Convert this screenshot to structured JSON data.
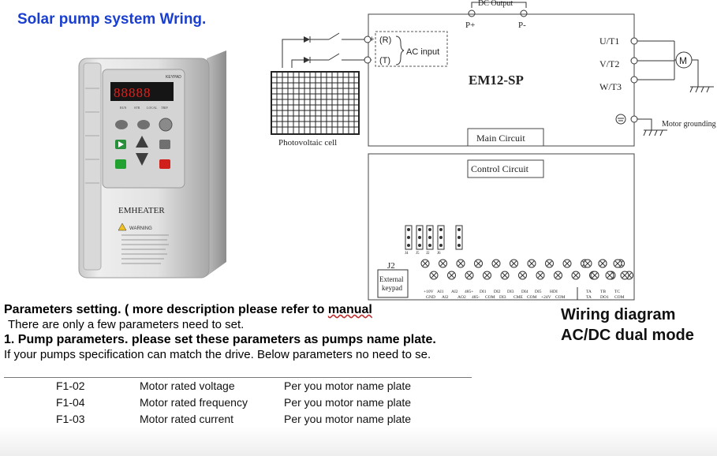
{
  "title": "Solar pump system Wring.",
  "drive": {
    "keypad_label": "KEYPAD",
    "display_digits": "88888",
    "key_labels": [
      "RUN",
      "STR",
      "LOCAL",
      "TRIP"
    ],
    "brand": "EMHEATER",
    "warning_title": "WARNING"
  },
  "diagram": {
    "dc_output": "DC Output",
    "p_plus": "P+",
    "p_minus": "P-",
    "r_terminal": "(R)",
    "t_terminal": "(T)",
    "plus_sign": "+",
    "minus_sign": "-",
    "ac_input": "AC input",
    "model": "EM12-SP",
    "main_circuit": "Main Circuit",
    "control_circuit": "Control Circuit",
    "pv_cell": "Photovoltaic cell",
    "outputs": [
      "U/T1",
      "V/T2",
      "W/T3"
    ],
    "motor_symbol": "M",
    "motor_grounding": "Motor grounding",
    "j2": "J2",
    "external_keypad_1": "External",
    "external_keypad_2": "keypad",
    "jumper_labels": [
      "J4",
      "J5",
      "J2",
      "J6"
    ],
    "terminal_top": [
      "+10V",
      "AI1",
      "AI2",
      "485+",
      "DI1",
      "DI2",
      "DI3",
      "DI4",
      "DI5",
      "HDI",
      "TA",
      "TB",
      "TC"
    ],
    "terminal_bottom": [
      "GND",
      "AI2",
      "AO2",
      "485-",
      "COM",
      "DI3",
      "CME",
      "COM",
      "+24V",
      "COM",
      "TA",
      "DO1",
      "COM"
    ]
  },
  "wiring_title_1": "Wiring diagram",
  "wiring_title_2": "AC/DC dual mode",
  "params": {
    "heading_a": "Parameters setting. ( more description please refer to ",
    "heading_b": "manual",
    "line1": "There are only a few parameters need to set.",
    "line2": "1. Pump parameters. please set these parameters as pumps name plate.",
    "line3": "If your pumps specification can match the drive. Below parameters no need to se.",
    "rows": [
      {
        "code": "F1-02",
        "name": "Motor rated voltage",
        "desc": "Per you motor name plate"
      },
      {
        "code": "F1-04",
        "name": "Motor rated frequency",
        "desc": "Per you motor name plate"
      },
      {
        "code": "F1-03",
        "name": "Motor rated current",
        "desc": "Per you motor name plate"
      }
    ]
  }
}
